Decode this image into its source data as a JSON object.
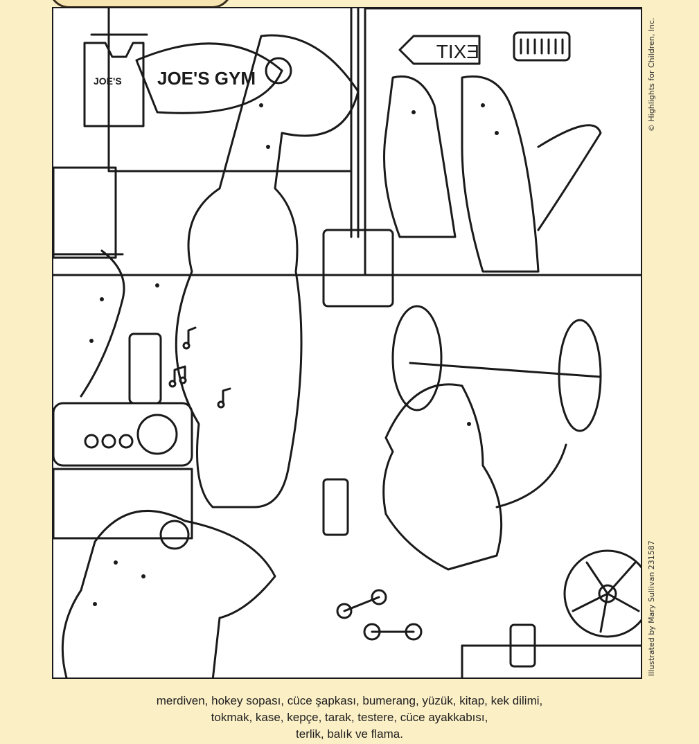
{
  "puzzle": {
    "sign_gym_name": "JOE'S GYM",
    "shirt_text": "JOE'S",
    "exit_sign": "EXIT",
    "copyright": "© Highlights for Children, Inc.",
    "illustrator_credit": "Illustrated by Mary Sullivan 231587"
  },
  "word_list": {
    "line1": "merdiven, hokey sopası, cüce şapkası, bumerang, yüzük, kitap, kek dilimi,",
    "line2": "tokmak, kase, kepçe, tarak, testere, cüce ayakkabısı,",
    "line3": "terlik, balık ve flama."
  },
  "colors": {
    "background": "#fbefc6",
    "ink": "#1a1a1a",
    "panel": "#ffffff"
  }
}
